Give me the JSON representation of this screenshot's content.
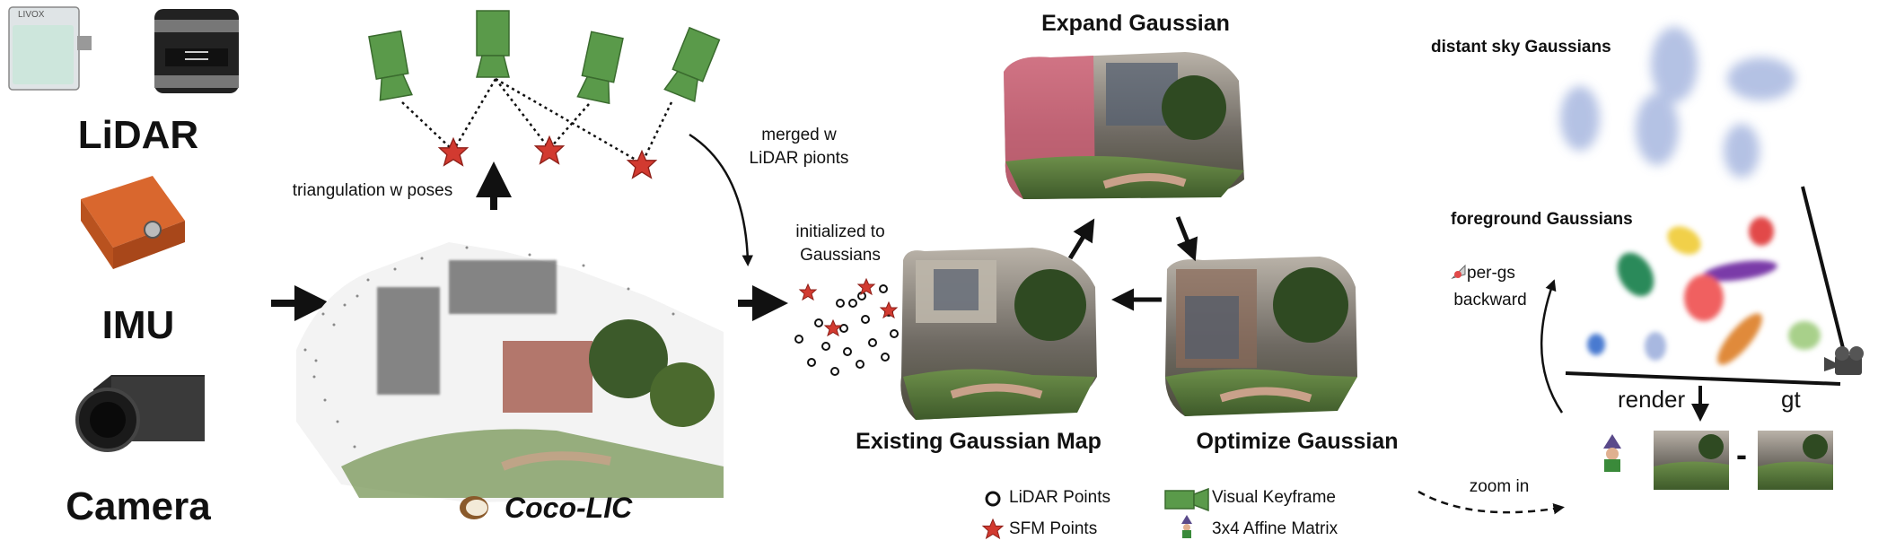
{
  "sensors": {
    "lidar_label": "LiDAR",
    "lidar_brand": "LIVOX",
    "imu_label": "IMU",
    "camera_label": "Camera"
  },
  "triangulation_label": "triangulation w poses",
  "coco_lic_label": "Coco-LIC",
  "merged_label_line1": "merged w",
  "merged_label_line2": "LiDAR pionts",
  "initialized_label_line1": "initialized to",
  "initialized_label_line2": "Gaussians",
  "expand_title": "Expand Gaussian",
  "existing_title": "Existing Gaussian Map",
  "optimize_title": "Optimize Gaussian",
  "legend": {
    "lidar_points": "LiDAR Points",
    "sfm_points": "SFM Points",
    "visual_keyframe": "Visual Keyframe",
    "affine_matrix": "3x4 Affine Matrix"
  },
  "zoom_label": "zoom in",
  "distant_sky_label": "distant sky Gaussians",
  "foreground_label": "foreground Gaussians",
  "per_gs_line1": "per-gs",
  "per_gs_line2": "backward",
  "render_label": "render",
  "gt_label": "gt",
  "minus_label": "-",
  "colors": {
    "keyframe_green": "#5a9a4a",
    "sfm_red": "#d23a30",
    "expand_highlight": "#d9607a",
    "sky_blue": "#a8b8e0"
  }
}
